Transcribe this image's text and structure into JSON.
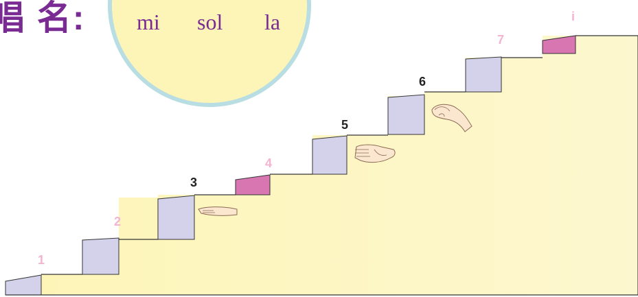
{
  "header": {
    "label": "唱 名:",
    "solfege": [
      "mi",
      "sol",
      "la"
    ]
  },
  "steps": [
    {
      "label": "1",
      "highlight": false,
      "label_color": "pink"
    },
    {
      "label": "2",
      "highlight": false,
      "label_color": "pink"
    },
    {
      "label": "3",
      "highlight": false,
      "label_color": "black"
    },
    {
      "label": "4",
      "highlight": true,
      "label_color": "pink"
    },
    {
      "label": "5",
      "highlight": false,
      "label_color": "black"
    },
    {
      "label": "6",
      "highlight": false,
      "label_color": "black"
    },
    {
      "label": "7",
      "highlight": false,
      "label_color": "pink"
    },
    {
      "label": "i",
      "highlight": true,
      "label_color": "pink"
    }
  ],
  "colors": {
    "stair_fill": "#fdf7c2",
    "riser_normal": "#d3d2ea",
    "riser_highlight": "#d776b1",
    "label_pink": "#f4b3cf",
    "label_black": "#222222",
    "title_purple": "#7a2a93",
    "circle_fill": "#fdf5b8",
    "circle_border": "#b8dde2"
  },
  "icons": [
    "flat-hand-icon",
    "open-hand-icon",
    "pinch-hand-icon"
  ]
}
